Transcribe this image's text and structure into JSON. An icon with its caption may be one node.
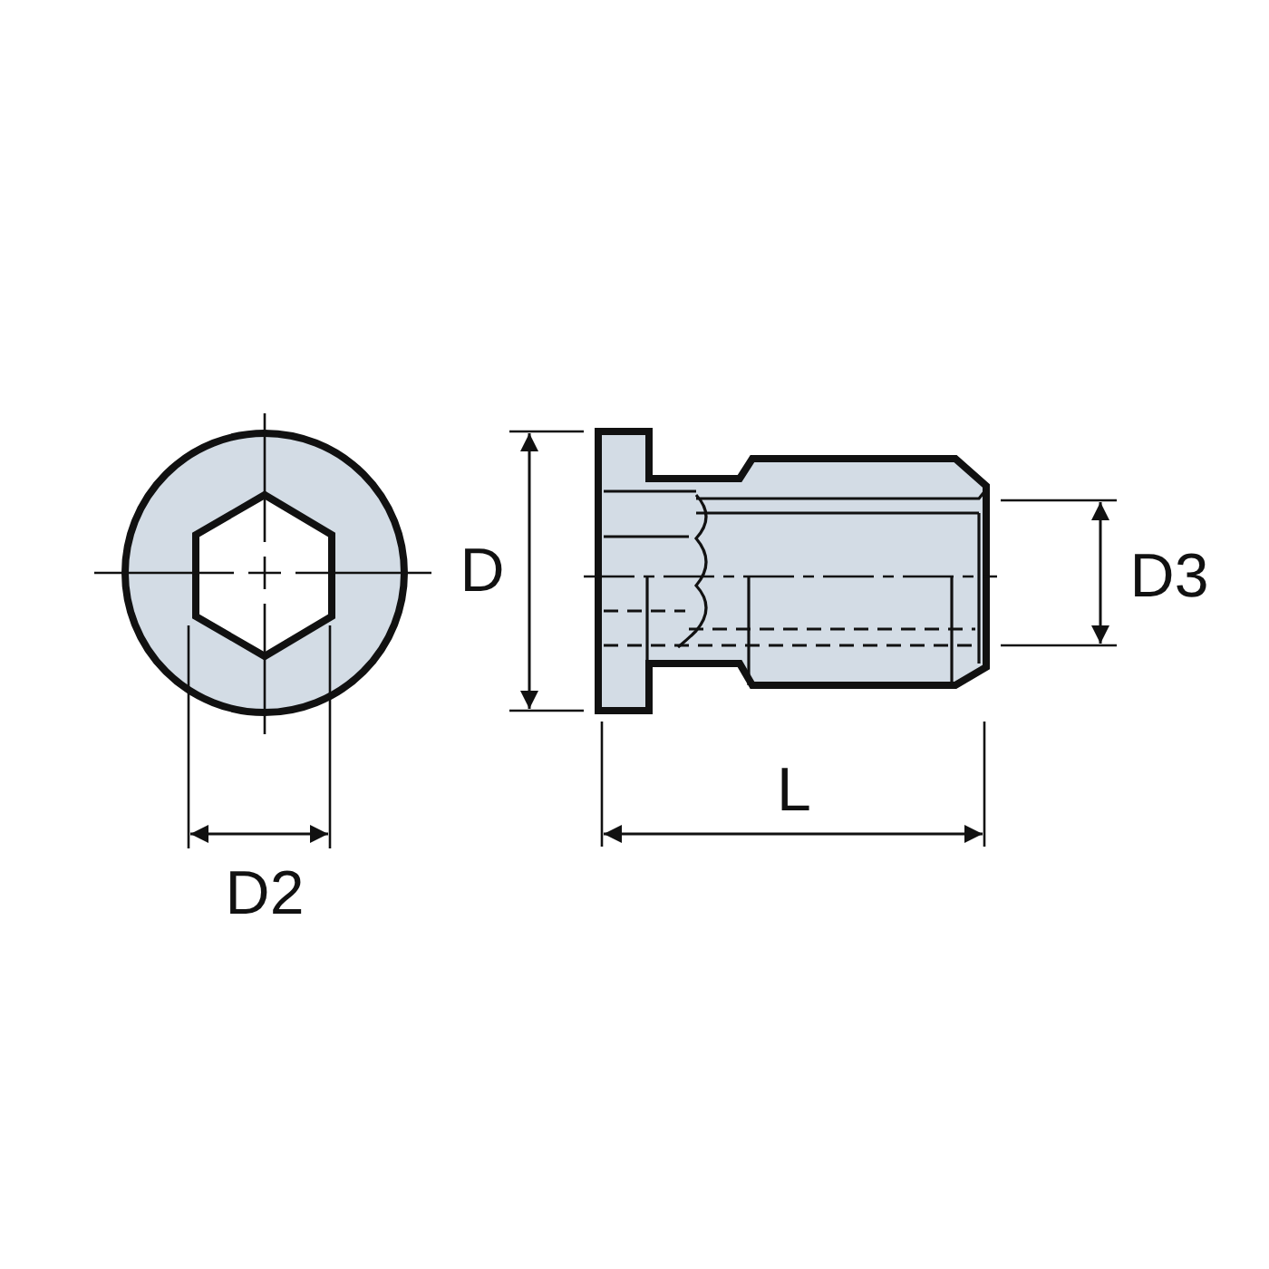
{
  "diagram": {
    "labels": [
      "D",
      "D3",
      "L",
      "D2"
    ]
  }
}
